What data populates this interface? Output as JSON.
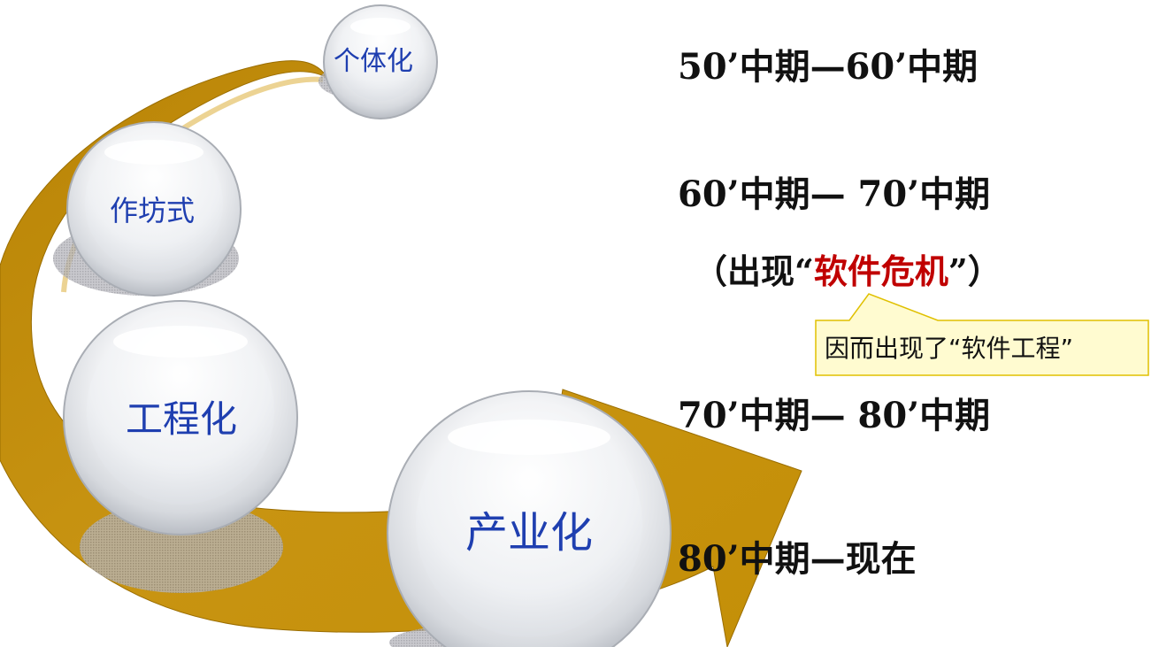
{
  "stages": [
    {
      "id": "individual",
      "label": "个体化"
    },
    {
      "id": "workshop",
      "label": "作坊式"
    },
    {
      "id": "engineering",
      "label": "工程化"
    },
    {
      "id": "industrial",
      "label": "产业化"
    }
  ],
  "periods": [
    {
      "text": "50’中期—60’中期"
    },
    {
      "text": "60’中期— 70’中期"
    },
    {
      "text": "70’中期— 80’中期"
    },
    {
      "text": "80’中期—现在"
    }
  ],
  "crisis_note": {
    "prefix": "（出现",
    "open_quote": "“",
    "highlight": "软件危机",
    "close_quote": "”",
    "suffix": "）"
  },
  "callout": {
    "text": "因而出现了“软件工程”"
  },
  "colors": {
    "arrow_fill": "#c48f07",
    "arrow_edge": "#9a6d00",
    "callout_fill": "#fffbd0",
    "callout_border": "#e0c000",
    "label_blue": "#1f3fb0",
    "highlight_red": "#c00000"
  }
}
